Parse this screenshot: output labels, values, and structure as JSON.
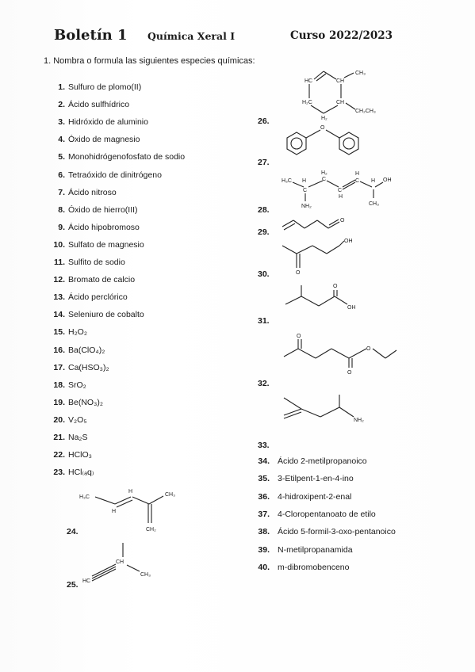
{
  "header": {
    "title": "Boletín 1",
    "subject": "Química Xeral I",
    "course": "Curso 2022/2023"
  },
  "question": "1.  Nombra o formula las siguientes especies químicas:",
  "left_items": [
    {
      "n": "1.",
      "t": "Sulfuro de plomo(II)"
    },
    {
      "n": "2.",
      "t": "Ácido sulfhídrico"
    },
    {
      "n": "3.",
      "t": "Hidróxido de aluminio"
    },
    {
      "n": "4.",
      "t": "Óxido de magnesio"
    },
    {
      "n": "5.",
      "t": "Monohidrógenofosfato de sodio"
    },
    {
      "n": "6.",
      "t": "Tetraóxido de dinitrógeno"
    },
    {
      "n": "7.",
      "t": "Ácido nitroso"
    },
    {
      "n": "8.",
      "t": "Óxido de hierro(III)"
    },
    {
      "n": "9.",
      "t": "Ácido hipobromoso"
    },
    {
      "n": "10.",
      "t": "Sulfato de magnesio"
    },
    {
      "n": "11.",
      "t": "Sulfito de sodio"
    },
    {
      "n": "12.",
      "t": "Bromato de calcio"
    },
    {
      "n": "13.",
      "t": "Ácido perclórico"
    },
    {
      "n": "14.",
      "t": "Seleniuro de cobalto"
    },
    {
      "n": "15.",
      "t": "H₂O₂"
    },
    {
      "n": "16.",
      "t": "Ba(ClO₄)₂"
    },
    {
      "n": "17.",
      "t": "Ca(HSO₃)₂"
    },
    {
      "n": "18.",
      "t": "SrO₂"
    },
    {
      "n": "19.",
      "t": "Be(NO₃)₂"
    },
    {
      "n": "20.",
      "t": "V₂O₅"
    },
    {
      "n": "21.",
      "t": "Na₂S"
    },
    {
      "n": "22.",
      "t": "HClO₃"
    },
    {
      "n": "23.",
      "t": "HCl₍ₐq₎"
    }
  ],
  "struct_labels": [
    "24.",
    "25.",
    "26.",
    "27.",
    "28.",
    "29.",
    "30.",
    "31.",
    "32.",
    "33."
  ],
  "right_items": [
    {
      "n": "34.",
      "t": "Ácido 2-metilpropanoico"
    },
    {
      "n": "35.",
      "t": "3-Etilpent-1-en-4-ino"
    },
    {
      "n": "36.",
      "t": "4-hidroxipent-2-enal"
    },
    {
      "n": "37.",
      "t": "4-Cloropentanoato de etilo"
    },
    {
      "n": "38.",
      "t": "Ácido 5-formil-3-oxo-pentanoico"
    },
    {
      "n": "39.",
      "t": "N-metilpropanamida"
    },
    {
      "n": "40.",
      "t": "m-dibromobenceno"
    }
  ],
  "atoms": {
    "m24": {
      "h3c": "H₃C",
      "h": "H",
      "h2": "H",
      "ch3": "CH₃",
      "ch2": "CH₂"
    },
    "m25": {
      "hc": "HC",
      "ch": "CH",
      "ch3": "CH₃"
    },
    "m26": {
      "hc": "HC",
      "ch": "CH",
      "ch3": "CH₃",
      "h2c": "H₂C",
      "ch2": "CH",
      "ch2ch3": "CH₂CH₃",
      "h2": "H₂"
    },
    "m27": {
      "o": "O"
    },
    "m28": {
      "h3c": "H₃C",
      "h": "H",
      "h2": "H₂",
      "c1": "C",
      "c2": "C",
      "c3": "C",
      "h3": "H",
      "h4": "H",
      "c4": "C",
      "oh": "OH",
      "nh2": "NH₂",
      "ch3": "CH₃",
      "h5": "H"
    },
    "m29": {
      "o": "O"
    },
    "m30": {
      "oh": "OH",
      "o": "O"
    },
    "m31": {
      "o": "O",
      "oh": "OH"
    },
    "m32": {
      "o": "O",
      "o2": "O"
    },
    "m33": {
      "nh2": "NH₂"
    }
  }
}
